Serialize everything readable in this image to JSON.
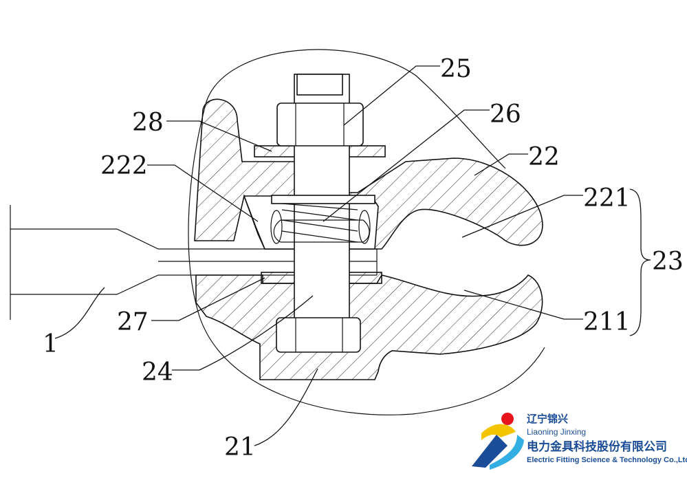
{
  "labels": {
    "l25": "25",
    "l26": "26",
    "l28": "28",
    "l22": "22",
    "l222": "222",
    "l221": "221",
    "l23": "23",
    "l211": "211",
    "l27": "27",
    "l1": "1",
    "l24": "24",
    "l21": "21"
  },
  "logo": {
    "company_cn_short": "辽宁锦兴",
    "company_pinyin": "Liaoning Jinxing",
    "company_cn_full": "电力金具科技股份有限公司",
    "company_en": "Electric Fitting Science & Technology Co.,Ltd",
    "colors": {
      "blue": "#1a4c97",
      "yellow": "#f5c400",
      "red": "#e8141b",
      "cyan": "#33aee3"
    }
  }
}
